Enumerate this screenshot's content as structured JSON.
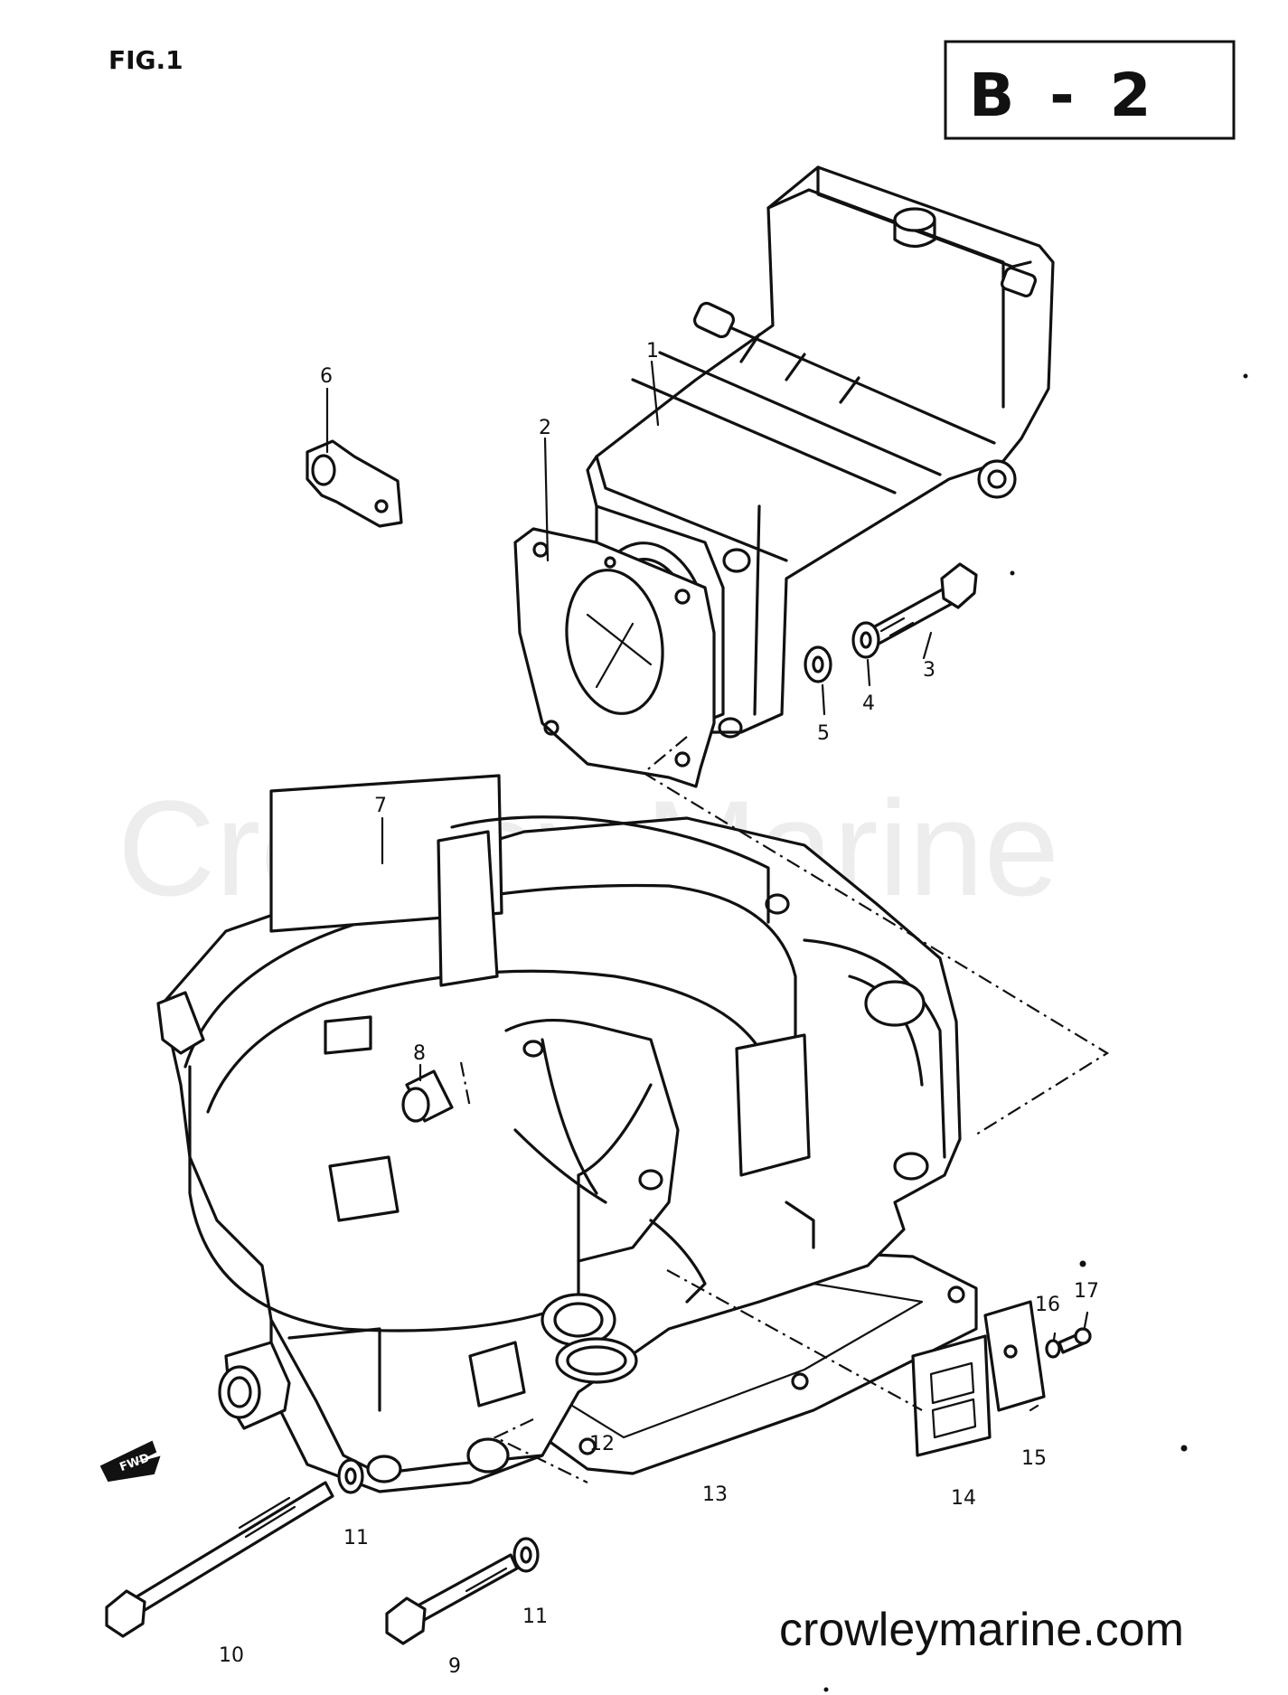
{
  "figure_label": "FIG.1",
  "page_code": "B - 2",
  "watermark": "Crowley Marine",
  "website": "crowleymarine.com",
  "direction_arrow": "FWD",
  "callouts": [
    {
      "num": "1"
    },
    {
      "num": "2"
    },
    {
      "num": "3"
    },
    {
      "num": "4"
    },
    {
      "num": "5"
    },
    {
      "num": "6"
    },
    {
      "num": "7"
    },
    {
      "num": "8"
    },
    {
      "num": "9"
    },
    {
      "num": "10"
    },
    {
      "num": "11"
    },
    {
      "num": "11"
    },
    {
      "num": "12"
    },
    {
      "num": "13"
    },
    {
      "num": "14"
    },
    {
      "num": "15"
    },
    {
      "num": "16"
    },
    {
      "num": "17"
    }
  ]
}
